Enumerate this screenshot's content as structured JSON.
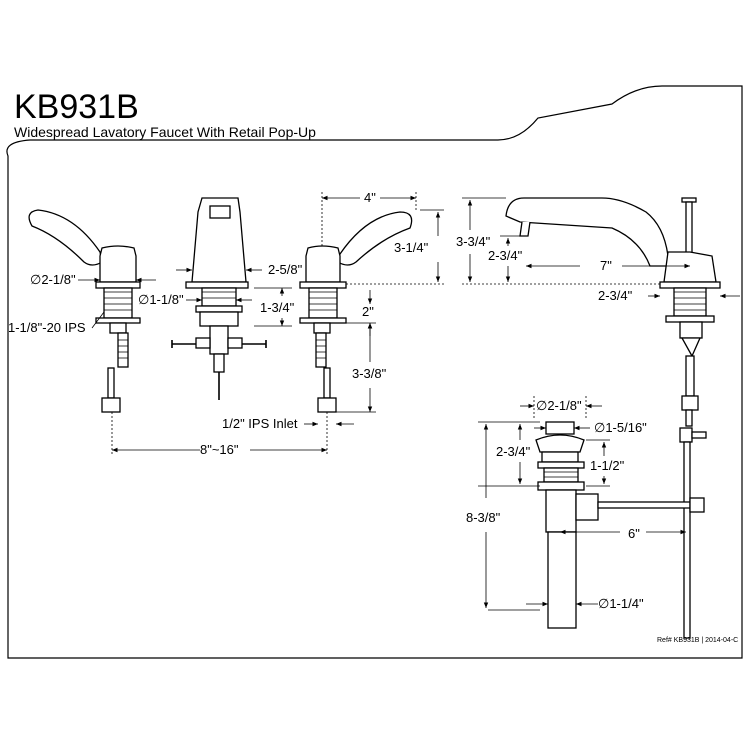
{
  "header": {
    "model": "KB931B",
    "description": "Widespread Lavatory Faucet With Retail Pop-Up"
  },
  "dimensions": {
    "d_2_1_8_left": "∅2-1/8\"",
    "d_1_1_8": "∅1-1/8\"",
    "d_2_5_8": "2-5/8\"",
    "d_4": "4\"",
    "d_3_1_4": "3-1/4\"",
    "d_1_3_4": "1-3/4\"",
    "d_2": "2\"",
    "ips_thread": "1-1/8\"-20 IPS",
    "d_3_3_8": "3-3/8\"",
    "ips_inlet": "1/2\" IPS Inlet",
    "spread": "8\"~16\"",
    "spout_height": "3-3/4\"",
    "spout_2_3_4_upper": "2-3/4\"",
    "spout_reach": "7\"",
    "spout_2_3_4_lower": "2-3/4\"",
    "drain_d_2_1_8": "∅2-1/8\"",
    "drain_d_1_5_16": "∅1-5/16\"",
    "drain_2_3_4": "2-3/4\"",
    "drain_1_1_2": "1-1/2\"",
    "drain_8_3_8": "8-3/8\"",
    "drain_6": "6\"",
    "drain_d_1_1_4": "∅1-1/4\""
  },
  "footer": {
    "reference": "Ref# KB931B | 2014-04-C"
  }
}
